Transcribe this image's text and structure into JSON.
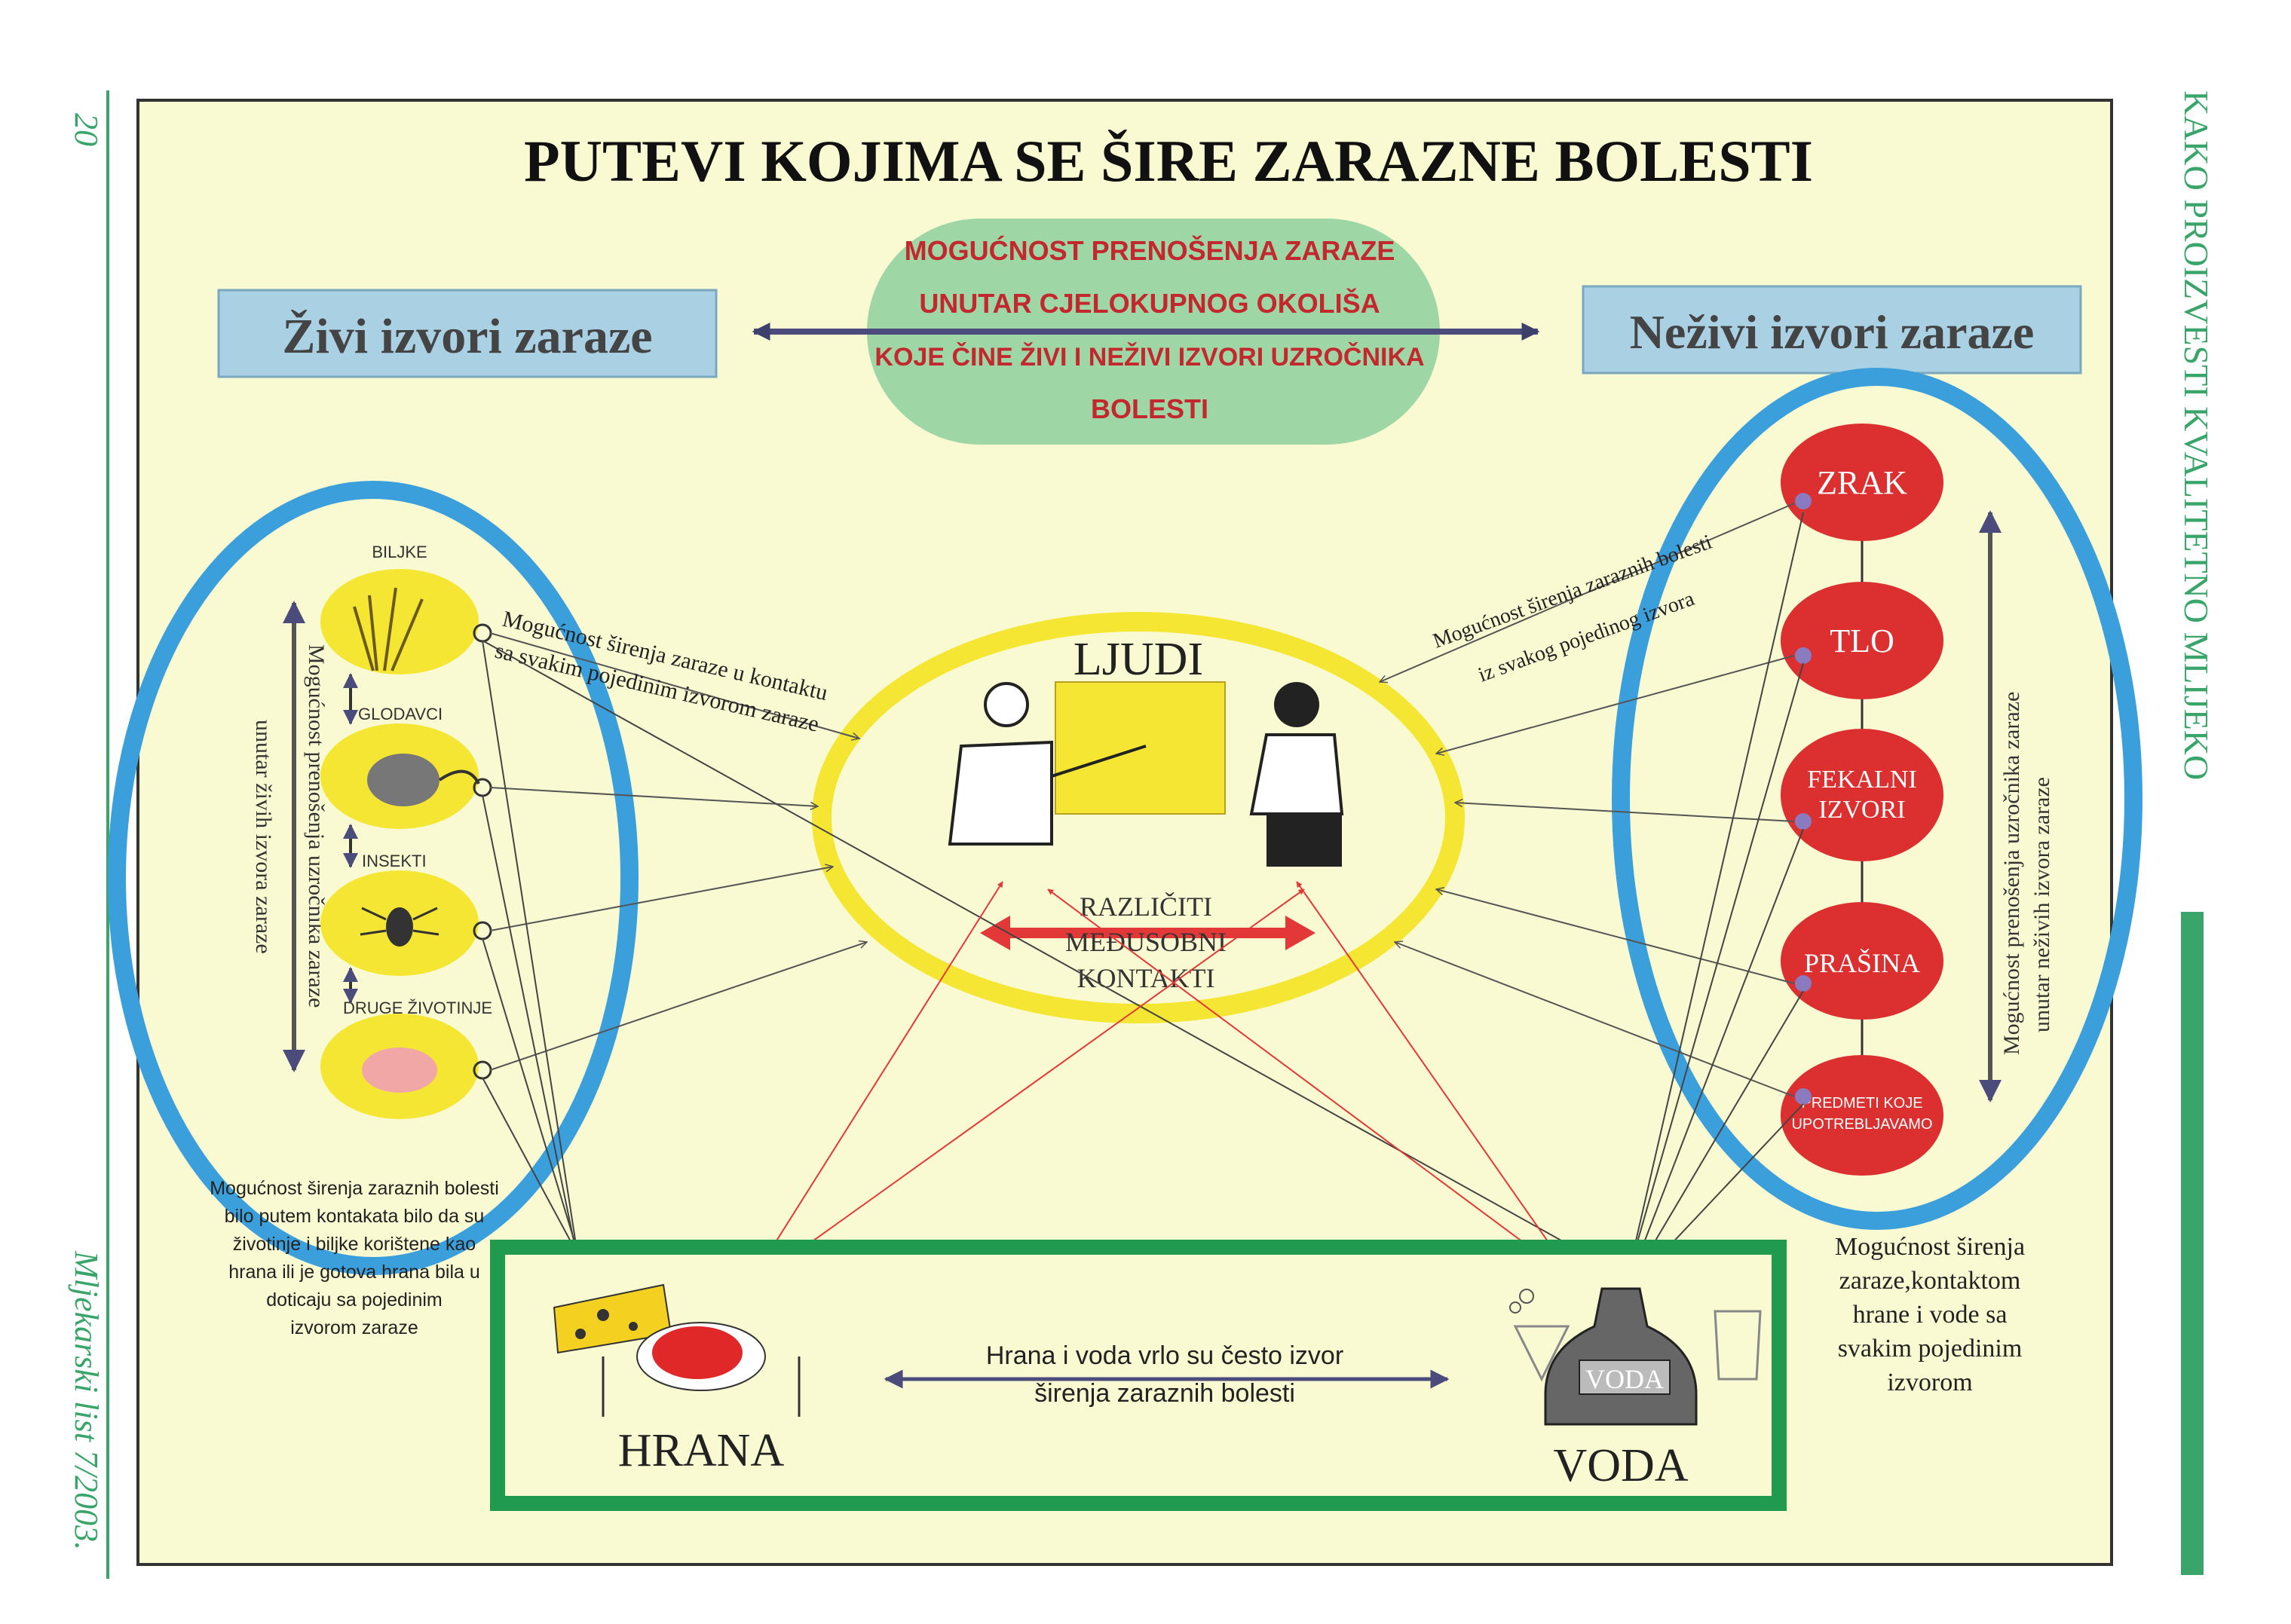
{
  "margin": {
    "page_number": "20",
    "journal": "Mljekarski list 7/2003.",
    "section_title": "KAKO PROIZVESTI KVALITETNO MLIJEKO"
  },
  "title": "PUTEVI KOJIMA SE ŠIRE ZARAZNE BOLESTI",
  "center_oval": {
    "lines": [
      "MOGUĆNOST PRENOŠENJA ZARAZE",
      "UNUTAR CJELOKUPNOG OKOLIŠA",
      "KOJE ČINE ŽIVI I NEŽIVI IZVORI UZROČNIKA",
      "BOLESTI"
    ]
  },
  "left_header": "Živi izvori zaraze",
  "right_header": "Neživi izvori zaraze",
  "living_sources": {
    "items": [
      "BILJKE",
      "GLODAVCI",
      "INSEKTI",
      "DRUGE ŽIVOTINJE"
    ],
    "vertical_label": [
      "Mogućnost prenošenja uzročnika zaraze",
      "unutar živih izvora zaraze"
    ],
    "contact_note": [
      "Mogućnost širenja zaraze u kontaktu",
      "sa svakim pojedinim izvorom zaraze"
    ]
  },
  "nonliving_sources": {
    "items": [
      "ZRAK",
      "TLO",
      "FEKALNI IZVORI",
      "PRAŠINA",
      "PREDMETI KOJE UPOTREBLJAVAMO"
    ],
    "vertical_label": [
      "Mogućnost prenošenja uzročnika zaraze",
      "unutar neživih izvora zaraze"
    ],
    "contact_note": [
      "Mogućnost širenja zaraznih bolesti",
      "iz svakog pojedinog izvora"
    ]
  },
  "people": {
    "title": "LJUDI",
    "contacts": [
      "RAZLIČITI",
      "MEĐUSOBNI",
      "KONTAKTI"
    ]
  },
  "left_note": [
    "Mogućnost širenja zaraznih bolesti",
    "bilo putem kontakata bilo da su",
    "životinje i biljke korištene kao",
    "hrana ili je gotova hrana bila u",
    "doticaju sa pojedinim",
    "izvorom zaraze"
  ],
  "right_note": [
    "Mogućnost širenja",
    "zaraze,kontaktom",
    "hrane i vode sa",
    "svakim pojedinim",
    "izvorom"
  ],
  "food_water": {
    "food_label": "HRANA",
    "water_label": "VODA",
    "bottle_label": "VODA",
    "caption": [
      "Hrana i voda vrlo su često izvor",
      "širenja zaraznih bolesti"
    ]
  },
  "colors": {
    "panel_bg": "#fafad2",
    "header_box": "#a9d0e3",
    "oval_fill": "#9fd6a6",
    "oval_text": "#c3282e",
    "blue_ring": "#3b9fdc",
    "yellow_ring": "#f4e633",
    "red_circle": "#dc2f2f",
    "green_frame": "#1f9a4f",
    "margin_green": "#3aa56a",
    "arrow_dark": "#4b4b7c"
  }
}
